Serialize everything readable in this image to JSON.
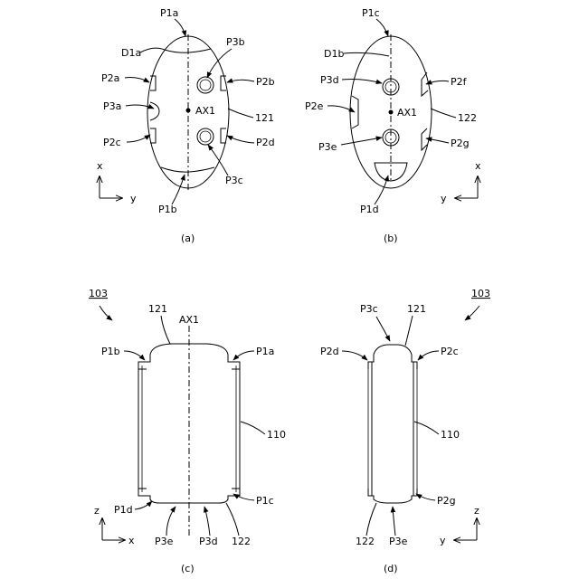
{
  "figure": {
    "a": {
      "caption": "(a)",
      "labels": {
        "P1a": "P1a",
        "D1a": "D1a",
        "P3b": "P3b",
        "P2a": "P2a",
        "P2b": "P2b",
        "P3a": "P3a",
        "AX1": "AX1",
        "ref121": "121",
        "P2c": "P2c",
        "P2d": "P2d",
        "P3c": "P3c",
        "P1b": "P1b"
      },
      "axes": {
        "vertical": "x",
        "horizontal": "y"
      }
    },
    "b": {
      "caption": "(b)",
      "labels": {
        "P1c": "P1c",
        "D1b": "D1b",
        "P3d": "P3d",
        "P2f": "P2f",
        "P2e": "P2e",
        "AX1": "AX1",
        "ref122": "122",
        "P3e": "P3e",
        "P2g": "P2g",
        "P1d": "P1d"
      },
      "axes": {
        "vertical": "x",
        "horizontal": "y"
      }
    },
    "c": {
      "caption": "(c)",
      "labels": {
        "ref103": "103",
        "ref121": "121",
        "AX1": "AX1",
        "P1b": "P1b",
        "P1a": "P1a",
        "ref110": "110",
        "P1d": "P1d",
        "P1c": "P1c",
        "P3e": "P3e",
        "P3d": "P3d",
        "ref122": "122"
      },
      "axes": {
        "vertical": "z",
        "horizontal": "x"
      }
    },
    "d": {
      "caption": "(d)",
      "labels": {
        "ref103": "103",
        "P3c": "P3c",
        "ref121": "121",
        "P2d": "P2d",
        "P2c": "P2c",
        "ref110": "110",
        "P2g": "P2g",
        "ref122": "122",
        "P3e": "P3e"
      },
      "axes": {
        "vertical": "z",
        "horizontal": "y"
      }
    }
  }
}
